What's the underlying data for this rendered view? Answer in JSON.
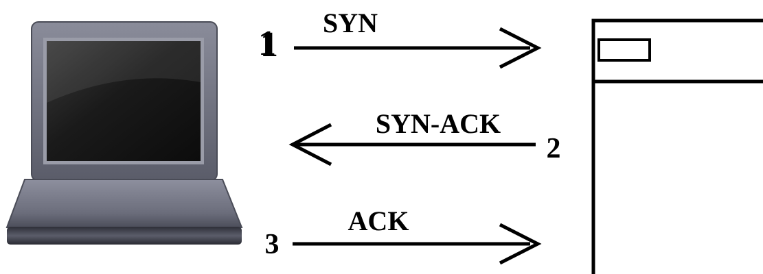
{
  "steps": [
    {
      "number": "1",
      "message": "SYN",
      "direction": "client-to-server"
    },
    {
      "number": "2",
      "message": "SYN-ACK",
      "direction": "server-to-client"
    },
    {
      "number": "3",
      "message": "ACK",
      "direction": "client-to-server"
    }
  ],
  "icons": {
    "client": "laptop-icon",
    "server": "server-window-icon"
  },
  "colors": {
    "background": "#ffffff",
    "ink": "#000000",
    "laptop_body": "#6f7180",
    "laptop_screen": "#151515"
  }
}
